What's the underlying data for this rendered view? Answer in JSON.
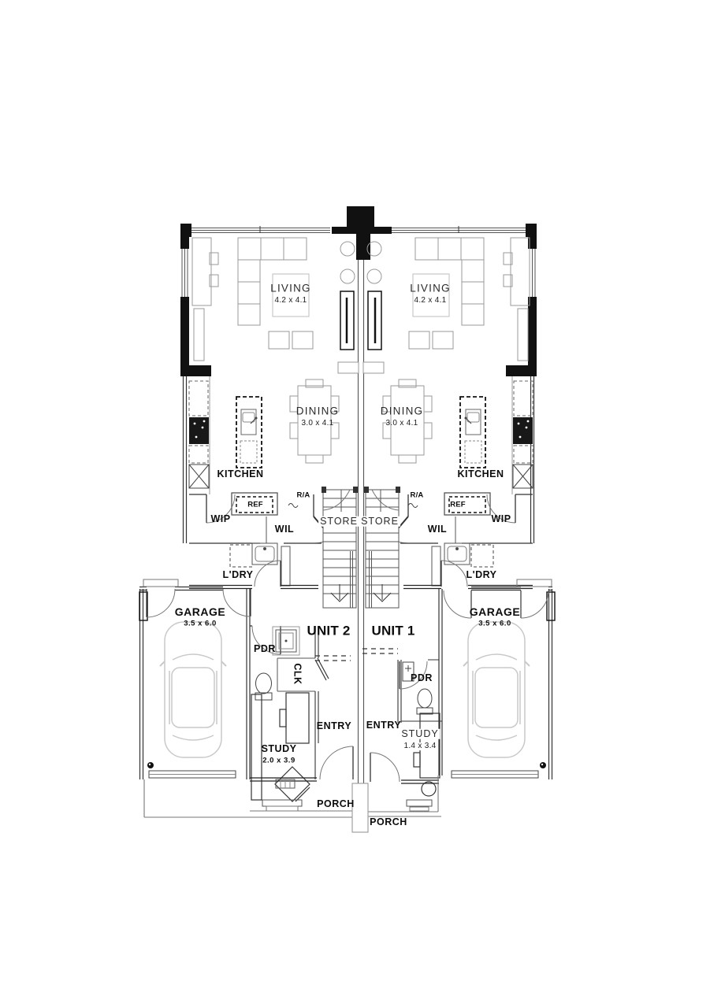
{
  "units": [
    {
      "name": "UNIT 2",
      "rooms": {
        "living": {
          "label": "LIVING",
          "dims": "4.2 x 4.1"
        },
        "dining": {
          "label": "DINING",
          "dims": "3.0 x 4.1"
        },
        "kitchen": {
          "label": "KITCHEN"
        },
        "wip": {
          "label": "WIP"
        },
        "wil": {
          "label": "WIL"
        },
        "ref": {
          "label": "REF"
        },
        "ra": {
          "label": "R/A"
        },
        "store": {
          "label": "STORE"
        },
        "ldry": {
          "label": "L'DRY"
        },
        "garage": {
          "label": "GARAGE",
          "dims": "3.5 x 6.0"
        },
        "pdr": {
          "label": "PDR"
        },
        "clk": {
          "label": "CLK"
        },
        "entry": {
          "label": "ENTRY"
        },
        "study": {
          "label": "STUDY",
          "dims": "2.0 x 3.9"
        },
        "porch": {
          "label": "PORCH"
        }
      }
    },
    {
      "name": "UNIT 1",
      "rooms": {
        "living": {
          "label": "LIVING",
          "dims": "4.2 x 4.1"
        },
        "dining": {
          "label": "DINING",
          "dims": "3.0 x 4.1"
        },
        "kitchen": {
          "label": "KITCHEN"
        },
        "wip": {
          "label": "WIP"
        },
        "wil": {
          "label": "WIL"
        },
        "ref": {
          "label": "REF"
        },
        "ra": {
          "label": "R/A"
        },
        "store": {
          "label": "STORE"
        },
        "ldry": {
          "label": "L'DRY"
        },
        "garage": {
          "label": "GARAGE",
          "dims": "3.5 x 6.0"
        },
        "pdr": {
          "label": "PDR"
        },
        "entry": {
          "label": "ENTRY"
        },
        "study": {
          "label": "STUDY",
          "dims": "1.4 x 3.4"
        },
        "porch": {
          "label": "PORCH"
        }
      }
    }
  ]
}
